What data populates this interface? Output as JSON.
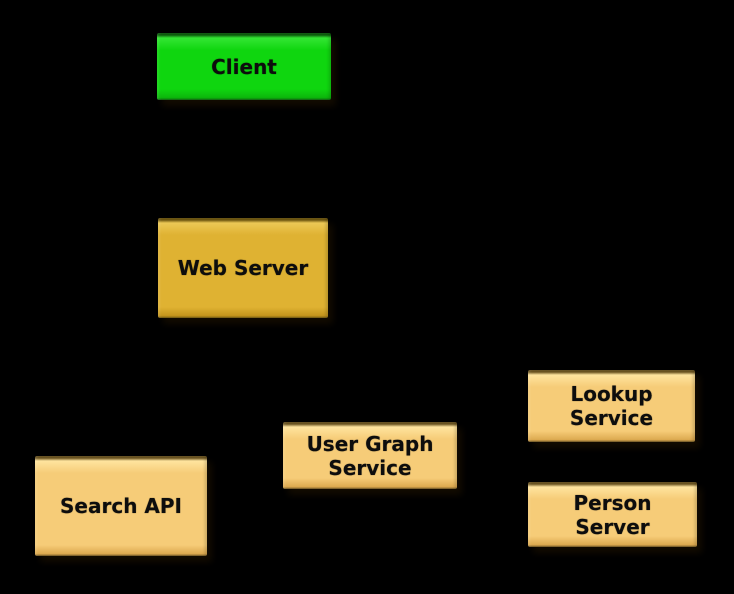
{
  "diagram": {
    "background": "#000000",
    "text_color": "#0d0d0d",
    "nodes": [
      {
        "id": "client",
        "label": "Client",
        "fill": "#0fd60f",
        "highlight": "#33e633",
        "shade": "#0cb50c",
        "edge": "#0c5c0c"
      },
      {
        "id": "web-server",
        "label": "Web Server",
        "fill": "#dfb232",
        "highlight": "#ecc855",
        "shade": "#c3941c",
        "edge": "#6e560f"
      },
      {
        "id": "search-api",
        "label": "Search API",
        "fill": "#f6cc78",
        "highlight": "#ffe49e",
        "shade": "#dca94f",
        "edge": "#6b5420"
      },
      {
        "id": "user-graph-service",
        "label": "User Graph\nService",
        "fill": "#f6cc78",
        "highlight": "#ffe49e",
        "shade": "#dca94f",
        "edge": "#6b5420"
      },
      {
        "id": "lookup-service",
        "label": "Lookup\nService",
        "fill": "#f6cc78",
        "highlight": "#ffe49e",
        "shade": "#dca94f",
        "edge": "#6b5420"
      },
      {
        "id": "person-server",
        "label": "Person\nServer",
        "fill": "#f6cc78",
        "highlight": "#ffe49e",
        "shade": "#dca94f",
        "edge": "#6b5420"
      }
    ]
  }
}
